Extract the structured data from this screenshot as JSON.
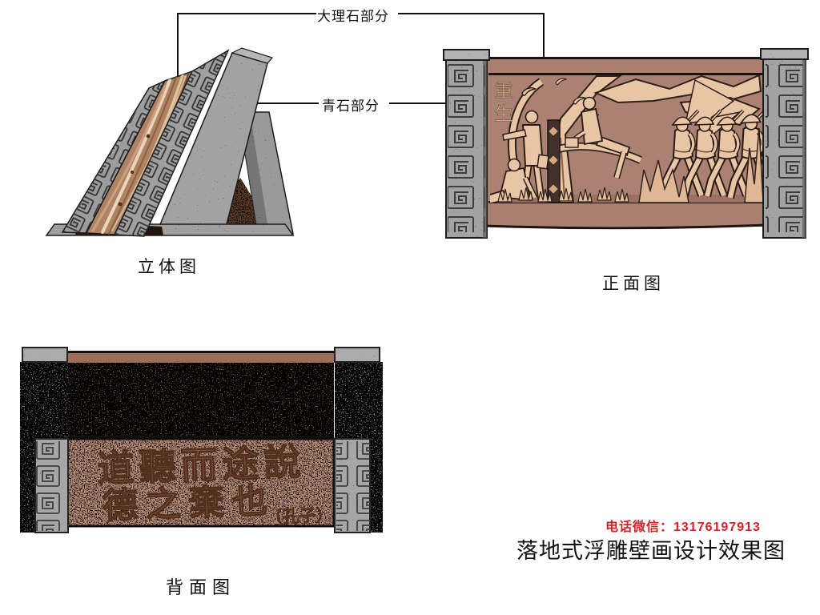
{
  "annotations": {
    "marble_part_label": "大理石部分",
    "bluestone_part_label": "青石部分"
  },
  "views": {
    "perspective": {
      "caption": "立体图"
    },
    "front": {
      "caption": "正面图",
      "inscription_chars": [
        "重",
        "生"
      ]
    },
    "back": {
      "caption": "背面图",
      "calligraphy_line1": "道聽而途說",
      "calligraphy_line2": "德之棄也",
      "attribution": "（孔子）"
    }
  },
  "footer": {
    "contact": "电话微信：13176197913",
    "title": "落地式浮雕壁画设计效果图"
  },
  "colors": {
    "contact_red": "#d2232a",
    "relief_background": "#a98071",
    "stone_grey": "#a2a2a2",
    "marble_brown": "#b08264",
    "calligraphy_brown": "#8a5138",
    "dark_wood": "#5f3e2b"
  }
}
